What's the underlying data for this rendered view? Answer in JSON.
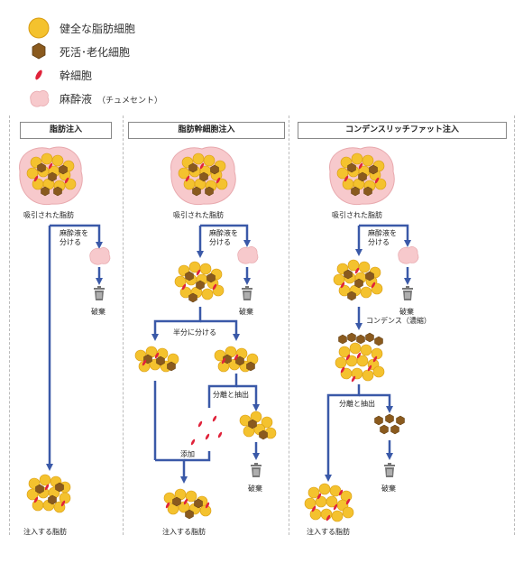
{
  "legend": [
    {
      "icon": "healthy-fat-cell-icon",
      "label": "健全な脂肪細胞"
    },
    {
      "icon": "dead-aged-cell-icon",
      "label": "死活･老化細胞"
    },
    {
      "icon": "stem-cell-icon",
      "label": "幹細胞"
    },
    {
      "icon": "anesthetic-icon",
      "label": "麻酔液",
      "note": "（チュメセント）"
    }
  ],
  "columns": {
    "fat": {
      "title": "脂肪注入",
      "suctioned": "吸引された脂肪",
      "separate": "麻酔液を\n分ける",
      "discard": "破棄",
      "result": "注入する脂肪"
    },
    "stem": {
      "title": "脂肪幹細胞注入",
      "suctioned": "吸引された脂肪",
      "separate": "麻酔液を\n分ける",
      "discard": "破棄",
      "halve": "半分に分ける",
      "extract": "分離と抽出",
      "add": "添加",
      "discard2": "破棄",
      "result": "注入する脂肪"
    },
    "condense": {
      "title": "コンデンスリッチファット注入",
      "suctioned": "吸引された脂肪",
      "separate": "麻酔液を\n分ける",
      "discard": "破棄",
      "condense": "コンデンス（濃縮）",
      "extract": "分離と抽出",
      "discard2": "破棄",
      "result": "注入する脂肪"
    }
  },
  "colors": {
    "arrow": "#3a59a8",
    "fat": "#f4c22e",
    "dead": "#8a5a1e",
    "stem": "#e0223a",
    "anesthetic": "#f7c9cc"
  }
}
